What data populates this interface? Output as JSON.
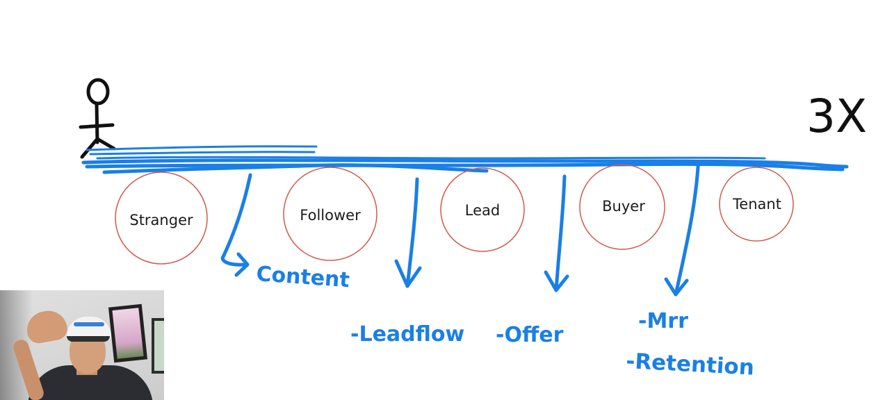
{
  "diagram": {
    "multiplier": "3X",
    "stages": [
      {
        "label": "Stranger"
      },
      {
        "label": "Follower"
      },
      {
        "label": "Lead"
      },
      {
        "label": "Buyer"
      },
      {
        "label": "Tenant"
      }
    ],
    "transitions": [
      {
        "label": "Content"
      },
      {
        "label": "-Leadflow"
      },
      {
        "label": "-Offer"
      },
      {
        "label": "-Mrr"
      },
      {
        "label": "-Retention"
      }
    ],
    "colors": {
      "ink_blue": "#1a7fe6",
      "ink_black": "#111111",
      "circle_outline": "#cf5a4a",
      "background": "#ffffff"
    }
  },
  "webcam": {
    "content": "presenter-webcam-overlay"
  }
}
